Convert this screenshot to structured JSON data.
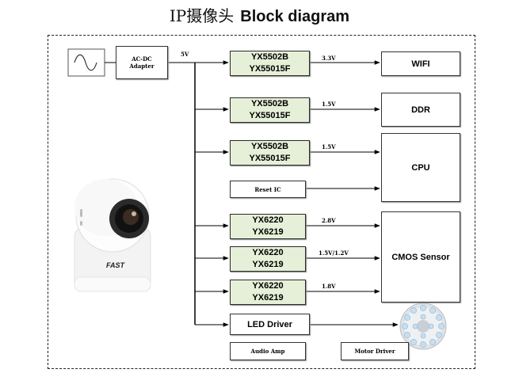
{
  "title": {
    "cn": "IP摄像头",
    "en": "Block diagram"
  },
  "adapter": {
    "line1": "AC-DC",
    "line2": "Adapter"
  },
  "bus_label": "5V",
  "regulators": [
    {
      "id": "reg-wifi",
      "line1": "YX5502B",
      "line2": "YX55015F",
      "voltage": "3.3V"
    },
    {
      "id": "reg-ddr",
      "line1": "YX5502B",
      "line2": "YX55015F",
      "voltage": "1.5V"
    },
    {
      "id": "reg-cpu",
      "line1": "YX5502B",
      "line2": "YX55015F",
      "voltage": "1.5V"
    },
    {
      "id": "reg-cmos-1",
      "line1": "YX6220",
      "line2": "YX6219",
      "voltage": "2.8V"
    },
    {
      "id": "reg-cmos-2",
      "line1": "YX6220",
      "line2": "YX6219",
      "voltage": "1.5V/1.2V"
    },
    {
      "id": "reg-cmos-3",
      "line1": "YX6220",
      "line2": "YX6219",
      "voltage": "1.8V"
    }
  ],
  "peripherals": {
    "wifi": "WIFI",
    "ddr": "DDR",
    "cpu": "CPU",
    "cmos": "CMOS Sensor"
  },
  "reset_ic": "Reset IC",
  "led_driver": "LED Driver",
  "audio_amp": "Audio Amp",
  "motor_driver": "Motor Driver",
  "camera_brand": "FAST",
  "colors": {
    "regulator_fill": "#e6f0d8",
    "line": "#000000",
    "frame": "#222222"
  },
  "icons": {
    "ac_source": "sine-wave-icon",
    "camera": "ip-camera-image",
    "led_array": "led-ring-image"
  }
}
